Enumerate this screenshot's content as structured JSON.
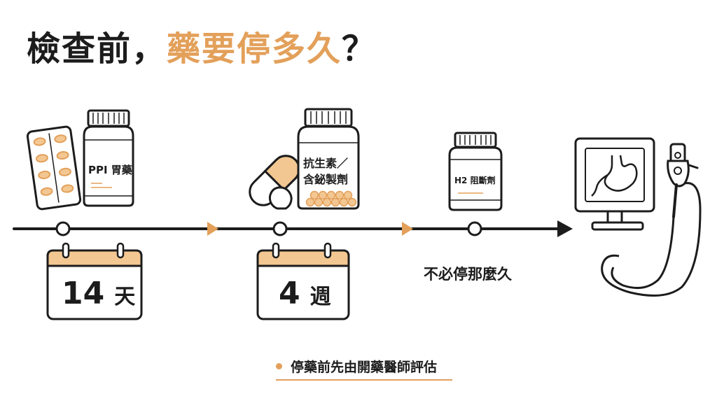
{
  "title": {
    "prefix": "檢查前，",
    "highlight": "藥要停多久",
    "suffix": "？"
  },
  "medications": {
    "ppi_label": "PPI 胃藥",
    "antibiotic_line1": "抗生素／",
    "antibiotic_line2": "含鉍製劑",
    "h2_label": "H2 阻斷劑"
  },
  "durations": {
    "ppi_number": "14",
    "ppi_unit": "天",
    "antibiotic_number": "4",
    "antibiotic_unit": "週",
    "h2_text": "不必停那麼久"
  },
  "note": {
    "text": "停藥前先由開藥醫師評估"
  },
  "colors": {
    "accent": "#e3a05a",
    "ink": "#1c1c1c",
    "pill_fill": "#f3c792"
  },
  "icons": {
    "blister": "blister-pack-icon",
    "bottle": "medicine-bottle-icon",
    "capsule": "capsule-icon",
    "calendar": "calendar-icon",
    "endoscope": "endoscope-icon",
    "monitor": "stomach-monitor-icon"
  }
}
